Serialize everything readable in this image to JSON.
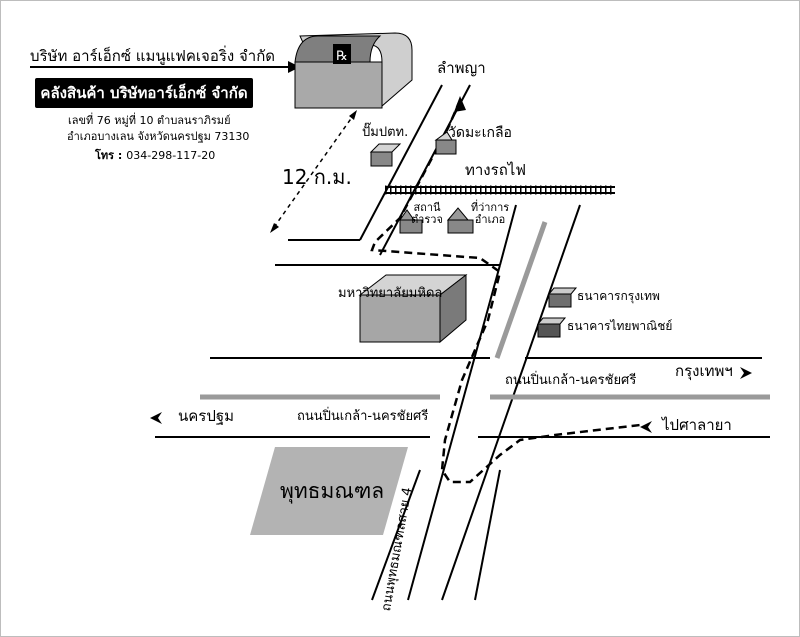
{
  "company": {
    "name": "บริษัท อาร์เอ็กซ์ แมนูแฟคเจอริ่ง จำกัด",
    "warehouse": "คลังสินค้า บริษัทอาร์เอ็กซ์ จำกัด",
    "address_line1": "เลขที่ 76 หมู่ที่ 10 ตำบลนราภิรมย์",
    "address_line2": "อำเภอบางเลน จังหวัดนครปฐม 73130",
    "phone_label": "โทร :",
    "phone": "034-298-117-20",
    "logo_text": "℞"
  },
  "distance": "12 ก.ม.",
  "places": {
    "lampaya": "ลำพญา",
    "ptt": "ปั๊มปตท.",
    "wat": "วัดมะเกลือ",
    "railway": "ทางรถไฟ",
    "police_l1": "สถานี",
    "police_l2": "ตำรวจ",
    "district_l1": "ที่ว่าการ",
    "district_l2": "อำเภอ",
    "mahidol": "มหาวิทยาลัยมหิดล",
    "bangkok_bank": "ธนาคารกรุงเทพ",
    "scb": "ธนาคารไทยพาณิชย์",
    "road_east": "ถนนปิ่นเกล้า-นครชัยศรี",
    "road_west": "ถนนปิ่นเกล้า-นครชัยศรี",
    "bangkok": "กรุงเทพฯ",
    "nakhon_pathom": "นครปฐม",
    "salaya": "ไปศาลายา",
    "buddhamonthon": "พุทธมณฑล",
    "sai4": "ถนนพุทธมณฑลสาย 4"
  }
}
